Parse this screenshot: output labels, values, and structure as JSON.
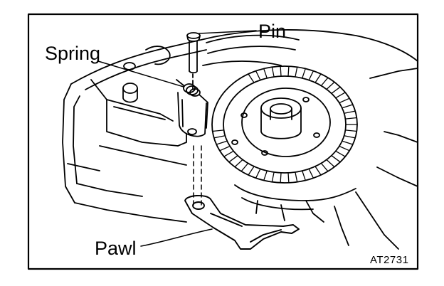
{
  "labels": {
    "pin": "Pin",
    "spring": "Spring",
    "pawl": "Pawl"
  },
  "figure_code": "AT2731",
  "colors": {
    "ink": "#000000",
    "paper": "#ffffff"
  }
}
